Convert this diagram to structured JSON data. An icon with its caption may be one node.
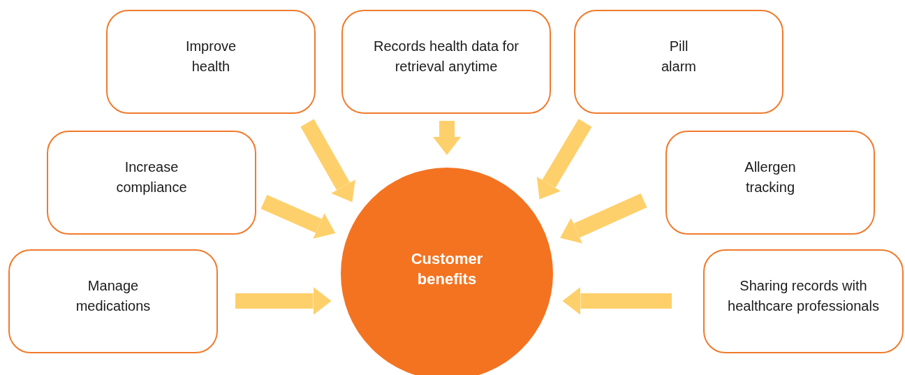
{
  "diagram": {
    "nodes": [
      {
        "text": [
          "Improve health"
        ]
      },
      {
        "text": [
          "Records health data for retrieval anytime"
        ]
      },
      {
        "text": [
          "Pill alarm"
        ]
      },
      {
        "text": [
          "Increase compliance"
        ]
      },
      {
        "text": [
          "Allergen tracking"
        ]
      },
      {
        "text": [
          "Manage medications"
        ]
      },
      {
        "text": [
          "Sharing records with healthcare professionals"
        ]
      },
      {
        "text": [
          "Customer benefits"
        ]
      }
    ],
    "edges": [
      {
        "from": 0,
        "to": 7,
        "arrow": "to"
      },
      {
        "from": 1,
        "to": 7,
        "arrow": "to"
      },
      {
        "from": 2,
        "to": 7,
        "arrow": "to"
      },
      {
        "from": 3,
        "to": 7,
        "arrow": "to"
      },
      {
        "from": 4,
        "to": 7,
        "arrow": "to"
      },
      {
        "from": 5,
        "to": 7,
        "arrow": "to"
      },
      {
        "from": 6,
        "to": 7,
        "arrow": "to"
      }
    ]
  }
}
